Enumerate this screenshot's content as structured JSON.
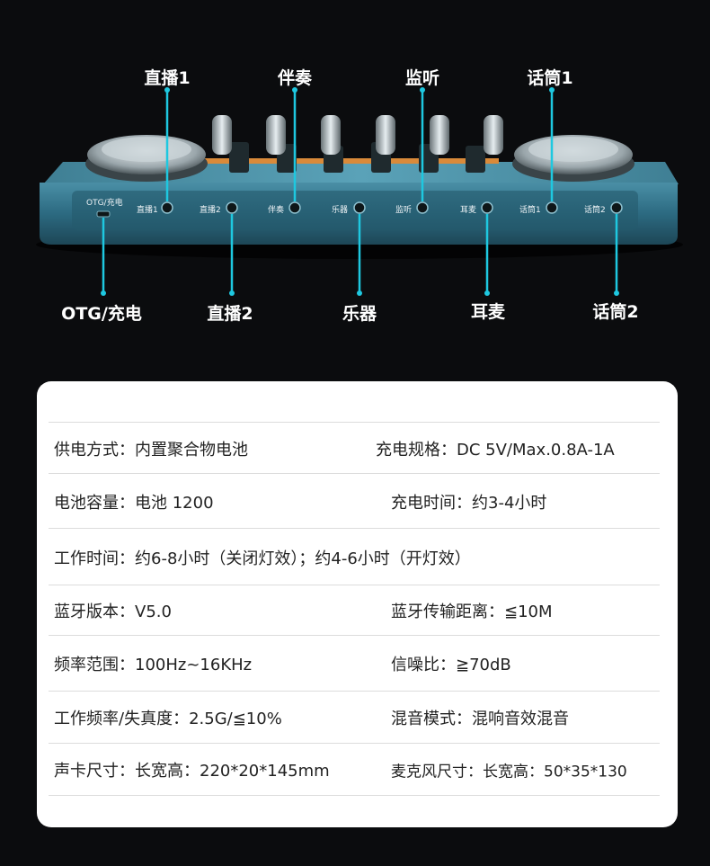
{
  "callouts": {
    "zhibo1": "直播1",
    "banzou": "伴奏",
    "jianting": "监听",
    "huatong1": "话筒1",
    "otg": "OTG/充电",
    "zhibo2": "直播2",
    "yueqi": "乐器",
    "ermai": "耳麦",
    "huatong2": "话筒2"
  },
  "port_labels": {
    "otg": "OTG/充电",
    "zhibo1": "直播1",
    "zhibo2": "直播2",
    "banzou": "伴奏",
    "yueqi": "乐器",
    "jianting": "监听",
    "ermai": "耳麦",
    "huatong1": "话筒1",
    "huatong2": "话筒2"
  },
  "specs": [
    {
      "left": "供电方式：内置聚合物电池",
      "right": "充电规格：DC 5V/Max.0.8A-1A"
    },
    {
      "left": "电池容量：电池 1200",
      "right": "充电时间：约3-4小时"
    },
    {
      "left": "工作时间：约6-8小时（关闭灯效）；约4-6小时（开灯效）",
      "right": ""
    },
    {
      "left": "蓝牙版本：V5.0",
      "right": "蓝牙传输距离：≦10M"
    },
    {
      "left": "频率范围：100Hz~16KHz",
      "right": "信噪比：≧70dB"
    },
    {
      "left": "工作频率/失真度：2.5G/≦10%",
      "right": "混音模式：混响音效混音"
    },
    {
      "left": "声卡尺寸：长宽高：220*20*145mm",
      "right": "麦克风尺寸：长宽高：50*35*130"
    }
  ],
  "colors": {
    "accent": "#1ec8e0",
    "device_body": "#2f6f86",
    "background": "#0b0c0e",
    "card": "#ffffff"
  }
}
